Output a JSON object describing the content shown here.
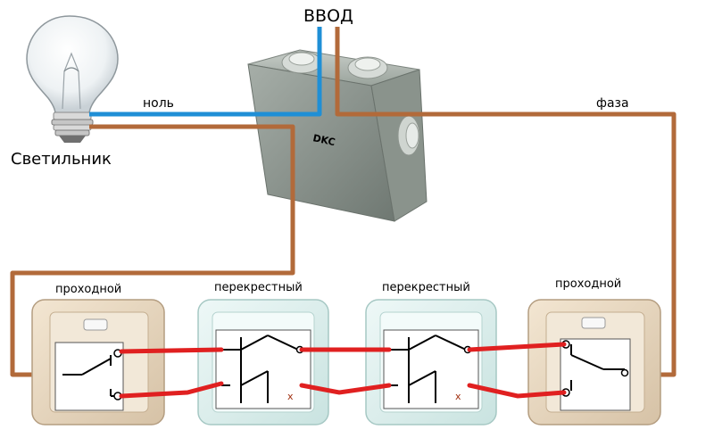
{
  "labels": {
    "input": "ВВОД",
    "neutral": "ноль",
    "phase": "фаза",
    "lamp": "Светильник",
    "switch_left": "проходной",
    "switch_cross_1": "перекрестный",
    "switch_cross_2": "перекрестный",
    "switch_right": "проходной"
  },
  "junction_box_brand": "DKC",
  "colors": {
    "phase_wire": "#b26a3a",
    "neutral_wire": "#1f8fd6",
    "link_wire": "#e02020",
    "box": "#8c968e",
    "switch_frame_pass": "#e8d8c0",
    "switch_frame_cross": "#dff0ee"
  }
}
